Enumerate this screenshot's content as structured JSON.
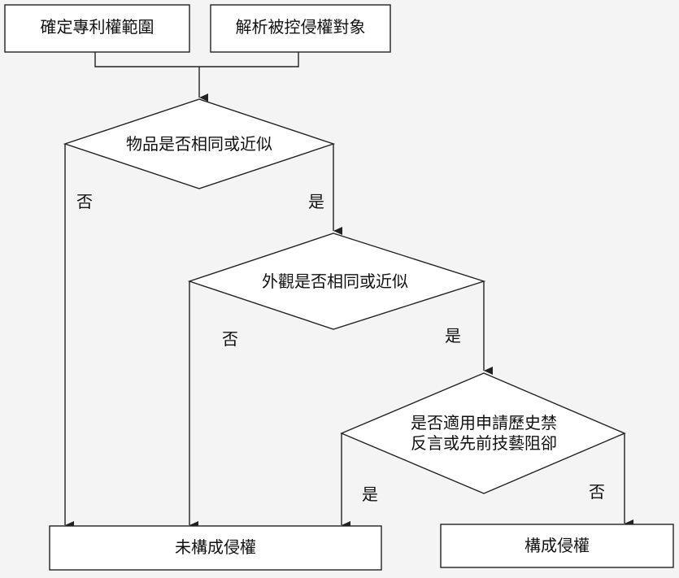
{
  "boxes": {
    "determine_scope": "確定專利權範圍",
    "analyze_target": "解析被控侵權對象",
    "no_infringement": "未構成侵權",
    "infringement": "構成侵權"
  },
  "decisions": {
    "article": "物品是否相同或近似",
    "appearance": "外觀是否相同或近似",
    "estoppel_line1": "是否適用申請歷史禁",
    "estoppel_line2": "反言或先前技藝阻卻"
  },
  "edge_labels": {
    "article_no": "否",
    "article_yes": "是",
    "appearance_no": "否",
    "appearance_yes": "是",
    "estoppel_yes": "是",
    "estoppel_no": "否"
  }
}
